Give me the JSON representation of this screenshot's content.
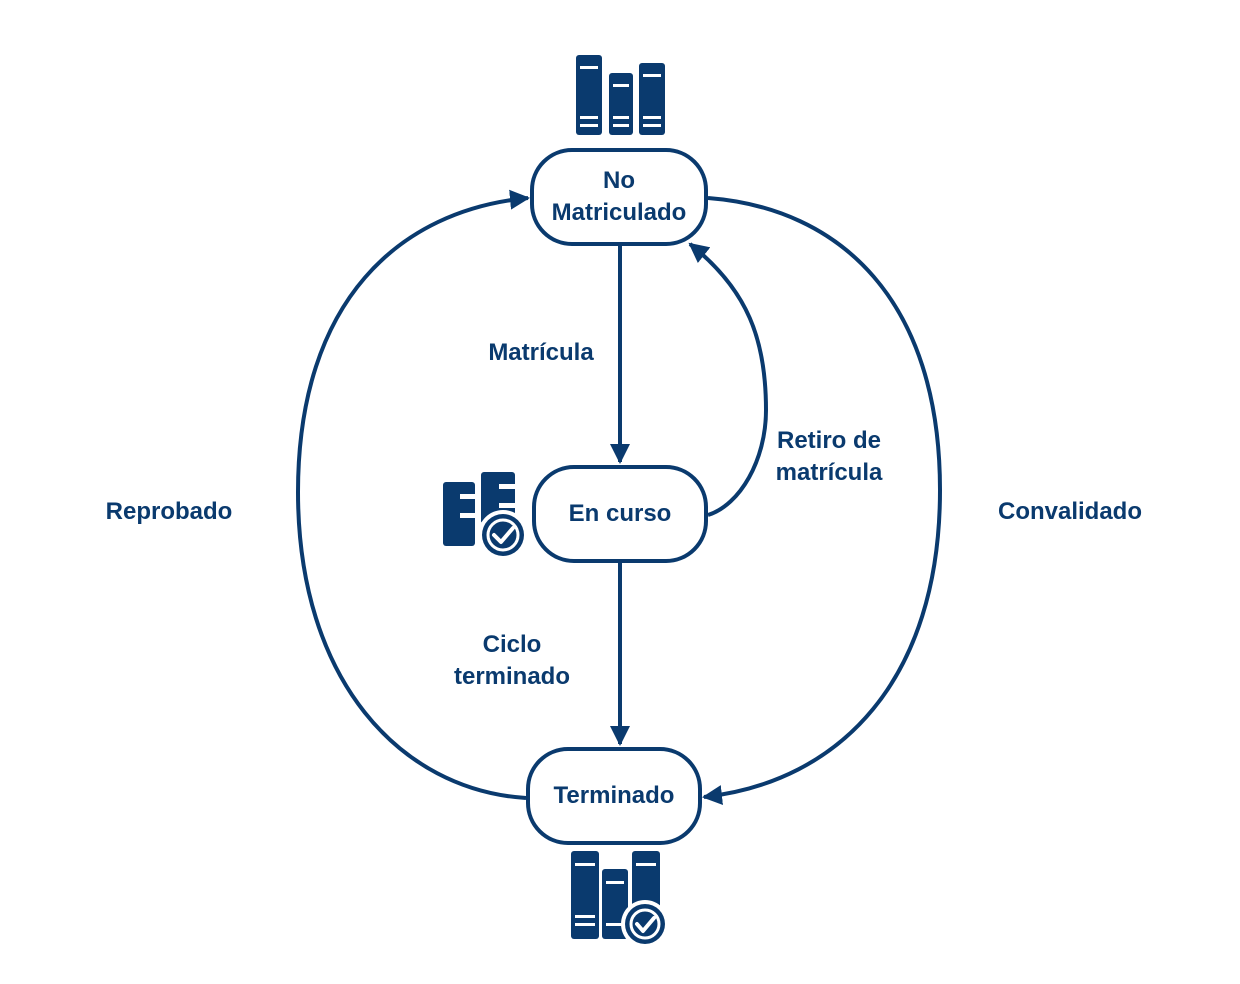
{
  "diagram": {
    "title": "",
    "accent_color": "#0a3a6e",
    "states": [
      {
        "id": "no_matriculado",
        "label": "No\nMatriculado",
        "icon": "books-icon"
      },
      {
        "id": "en_curso",
        "label": "En curso",
        "icon": "checklist-icon"
      },
      {
        "id": "terminado",
        "label": "Terminado",
        "icon": "books-check-icon"
      }
    ],
    "transitions": [
      {
        "from": "no_matriculado",
        "to": "en_curso",
        "label": "Matrícula"
      },
      {
        "from": "en_curso",
        "to": "no_matriculado",
        "label": "Retiro de\nmatrícula"
      },
      {
        "from": "en_curso",
        "to": "terminado",
        "label": "Ciclo\nterminado"
      },
      {
        "from": "terminado",
        "to": "no_matriculado",
        "label": "Reprobado"
      },
      {
        "from": "no_matriculado",
        "to": "terminado",
        "label": "Convalidado"
      }
    ]
  }
}
